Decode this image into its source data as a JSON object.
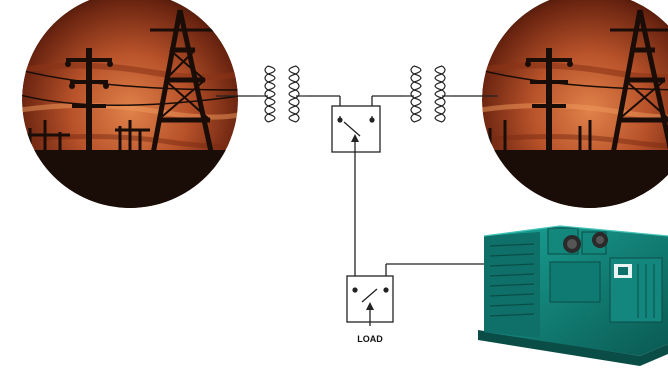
{
  "diagram": {
    "labels": {
      "load": "LOAD"
    },
    "components": {
      "utility_source_left": "utility-source-left",
      "utility_source_right": "utility-source-right",
      "transformer_left": "transformer-left",
      "transformer_right": "transformer-right",
      "transfer_switch_top": "transfer-switch-top",
      "transfer_switch_bottom": "transfer-switch-bottom",
      "generator": "generator-set"
    },
    "colors": {
      "sky_top": "#3a1206",
      "sky_mid": "#b8522a",
      "sky_glow": "#e0824a",
      "silhouette": "#1a0c06",
      "generator_body": "#12897f",
      "generator_dark": "#0a5a53",
      "line": "#222222"
    }
  }
}
